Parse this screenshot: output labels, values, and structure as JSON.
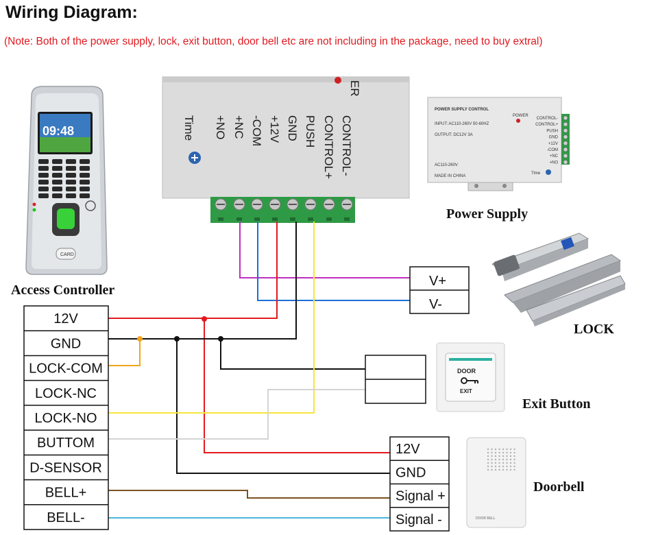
{
  "header": {
    "title": "Wiring Diagram:",
    "note": "(Note: Both of the power supply, lock, exit button, door bell etc are not including in the package, need to buy extral)"
  },
  "labels": {
    "access_controller": "Access Controller",
    "power_supply": "Power Supply",
    "lock": "LOCK",
    "exit_button": "Exit Button",
    "doorbell": "Doorbell"
  },
  "controller": {
    "terminals": [
      "12V",
      "GND",
      "LOCK-COM",
      "LOCK-NC",
      "LOCK-NO",
      "BUTTOM",
      "D-SENSOR",
      "BELL+",
      "BELL-"
    ],
    "screen_time": "09:48",
    "card_label": "CARD"
  },
  "psu_closeup": {
    "terminals": [
      "+NO",
      "+NC",
      "-COM",
      "+12V",
      "GND",
      "PUSH",
      "CONTROL+",
      "CONTROL-"
    ],
    "time_label": "Time",
    "top_fragment": "ER"
  },
  "power_supply_unit": {
    "title": "POWER SUPPLY CONTROL",
    "input": "INPUT: AC110-260V 50-60HZ",
    "output": "OUTPUT: DC12V  3A",
    "ac": "AC110-260V",
    "made": "MADE IN CHINA",
    "power_led": "POWER",
    "time": "Time",
    "terminals": [
      "CONTROL-",
      "CONTROL+",
      "PUSH",
      "GND",
      "+12V",
      "-COM",
      "+NC",
      "+NO"
    ]
  },
  "lock_box": {
    "terminals": [
      "V+",
      "V-"
    ]
  },
  "exit_device": {
    "line1": "DOOR",
    "line2": "EXIT"
  },
  "bell_box": {
    "terminals": [
      "12V",
      "GND",
      "Signal +",
      "Signal -"
    ]
  },
  "doorbell_device": {
    "label": "DOOR BELL"
  },
  "wire_colors": {
    "red": "#e3191c",
    "black": "#111111",
    "magenta": "#c02dc0",
    "blue": "#1b6fd8",
    "yellow": "#f6e63a",
    "orange": "#f0a619",
    "white": "#d4d4d4",
    "brown": "#7a5220",
    "cyan": "#49b6dd",
    "terminal_green": "#2f9a46"
  }
}
